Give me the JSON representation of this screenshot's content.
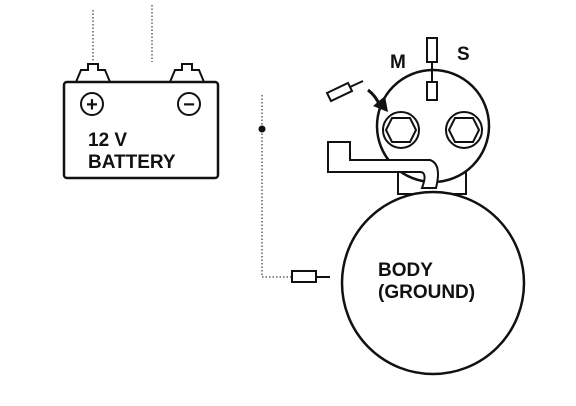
{
  "battery": {
    "voltage_label": "12 V",
    "name_label": "BATTERY",
    "positive_symbol": "+",
    "negative_symbol": "−"
  },
  "solenoid": {
    "terminal_m_label": "M",
    "terminal_s_label": "S"
  },
  "body": {
    "line1": "BODY",
    "line2": "(GROUND)"
  },
  "colors": {
    "ink": "#111111",
    "paper": "#ffffff"
  }
}
